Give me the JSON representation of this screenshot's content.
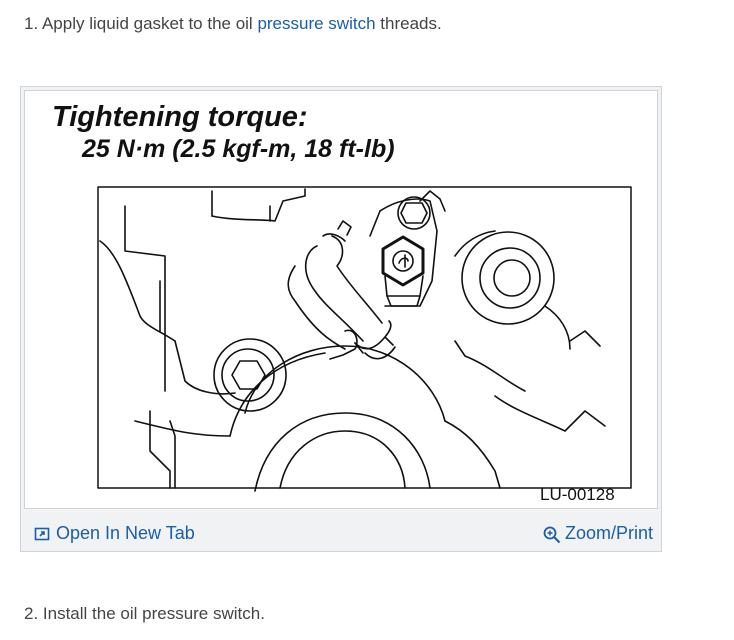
{
  "step1": {
    "prefix": "1. Apply liquid gasket to the oil ",
    "link": "pressure switch",
    "suffix": " threads."
  },
  "figure": {
    "torque_title": "Tightening torque:",
    "torque_value": "25 N·m (2.5 kgf-m, 18 ft-lb)",
    "figure_code": "LU-00128",
    "open_label": "Open In New Tab",
    "zoom_label": "Zoom/Print"
  },
  "step2": {
    "text": "2. Install the oil pressure switch."
  },
  "colors": {
    "link": "#1a5ea8",
    "card_bg": "#f1f2f4"
  },
  "icons": [
    "open-in-new-tab-icon",
    "zoom-in-icon"
  ]
}
